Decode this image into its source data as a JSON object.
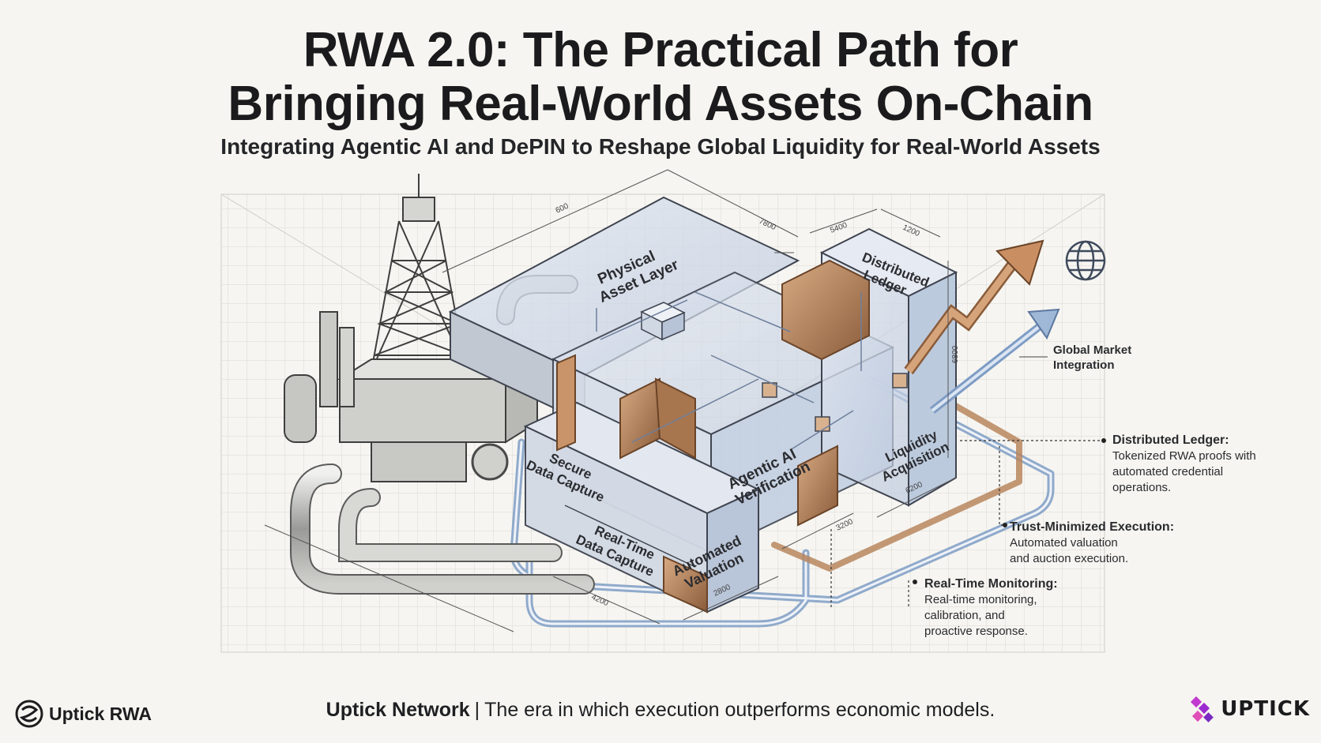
{
  "header": {
    "title_line1": "RWA 2.0: The Practical Path for",
    "title_line2": "Bringing Real-World Assets On-Chain",
    "subtitle": "Integrating Agentic AI and DePIN to Reshape Global Liquidity for Real-World Assets"
  },
  "diagram": {
    "labels": {
      "physical_asset_layer": [
        "Physical",
        "Asset Layer"
      ],
      "distributed_ledger_block": [
        "Distributed",
        "Ledger"
      ],
      "secure_data_capture": [
        "Secure",
        "Data Capture"
      ],
      "agentic_ai_verification": [
        "Agentic AI",
        "Verification"
      ],
      "liquidity_acquisition": [
        "Liquidity",
        "Acquisition"
      ],
      "real_time_data_capture": [
        "Real-Time",
        "Data Capture"
      ],
      "automated_valuation": [
        "Automated",
        "Valuation"
      ],
      "global_market_integration": [
        "Global Market",
        "Integration"
      ]
    },
    "dimensions": [
      "600",
      "7800",
      "5400",
      "1200",
      "6200",
      "3200",
      "4200",
      "2800",
      "6800"
    ]
  },
  "callouts": [
    {
      "heading": "Distributed Ledger:",
      "lines": [
        "Tokenized RWA proofs with",
        "automated credential",
        "operations."
      ]
    },
    {
      "heading": "Trust-Minimized Execution:",
      "lines": [
        "Automated valuation",
        "and auction execution."
      ]
    },
    {
      "heading": "Real-Time Monitoring:",
      "lines": [
        "Real-time monitoring,",
        "calibration, and",
        "proactive response."
      ]
    }
  ],
  "footer": {
    "brand": "Uptick RWA",
    "network": "Uptick Network",
    "separator": "|",
    "tagline": "The era in which execution outperforms economic models.",
    "logo_text": "UPTICK"
  },
  "colors": {
    "copper": "#b8865e",
    "copper_dark": "#8a5c3a",
    "pipe_blue": "#7e9cc4",
    "glass": "#c9d4e6",
    "sketch": "#4a4a4a",
    "logo_magenta": "#c23ad0"
  }
}
